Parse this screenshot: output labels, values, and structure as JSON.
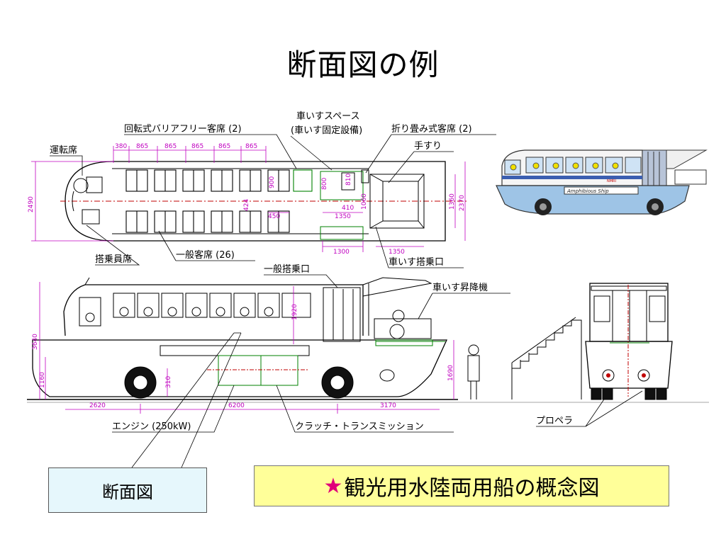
{
  "title": "断面図の例",
  "labels": {
    "rotating_seats": "回転式バリアフリー客席 (2)",
    "wheelchair_space": "車いすスペース",
    "wheelchair_fixing": "(車いす固定設備)",
    "folding_seats": "折り畳み式客席 (2)",
    "handrail": "手すり",
    "driver_seat": "運転席",
    "crew_seat": "搭乗員席",
    "general_seats": "一般客席 (26)",
    "wheelchair_entrance": "車いす搭乗口",
    "general_entrance": "一般搭乗口",
    "wheelchair_lift": "車いす昇降機",
    "engine": "エンジン (250kW)",
    "clutch": "クラッチ・トランスミッション",
    "propeller": "プロペラ",
    "ship_name": "Amphibious Ship",
    "brand_mark": "NMRI"
  },
  "dimensions": {
    "top": [
      "380",
      "865",
      "865",
      "865",
      "865",
      "865"
    ],
    "width_left": "2490",
    "width_right_1": "1360",
    "width_right_2": "2370",
    "d900": "900",
    "d800": "800",
    "d810": "810",
    "d410": "410",
    "d1060": "1060",
    "d450": "450",
    "d1350a": "1350",
    "d1300": "1300",
    "d1350b": "1350",
    "d424": "424",
    "height_total": "3640",
    "height_hull": "1160",
    "d310": "310",
    "d1920": "1920",
    "d1690": "1690",
    "len_front": "2620",
    "len_wheelbase": "6200",
    "len_rear": "3170"
  },
  "callout": "断面図",
  "caption": {
    "star": "★",
    "text": "観光用水陸両用船の概念図"
  }
}
